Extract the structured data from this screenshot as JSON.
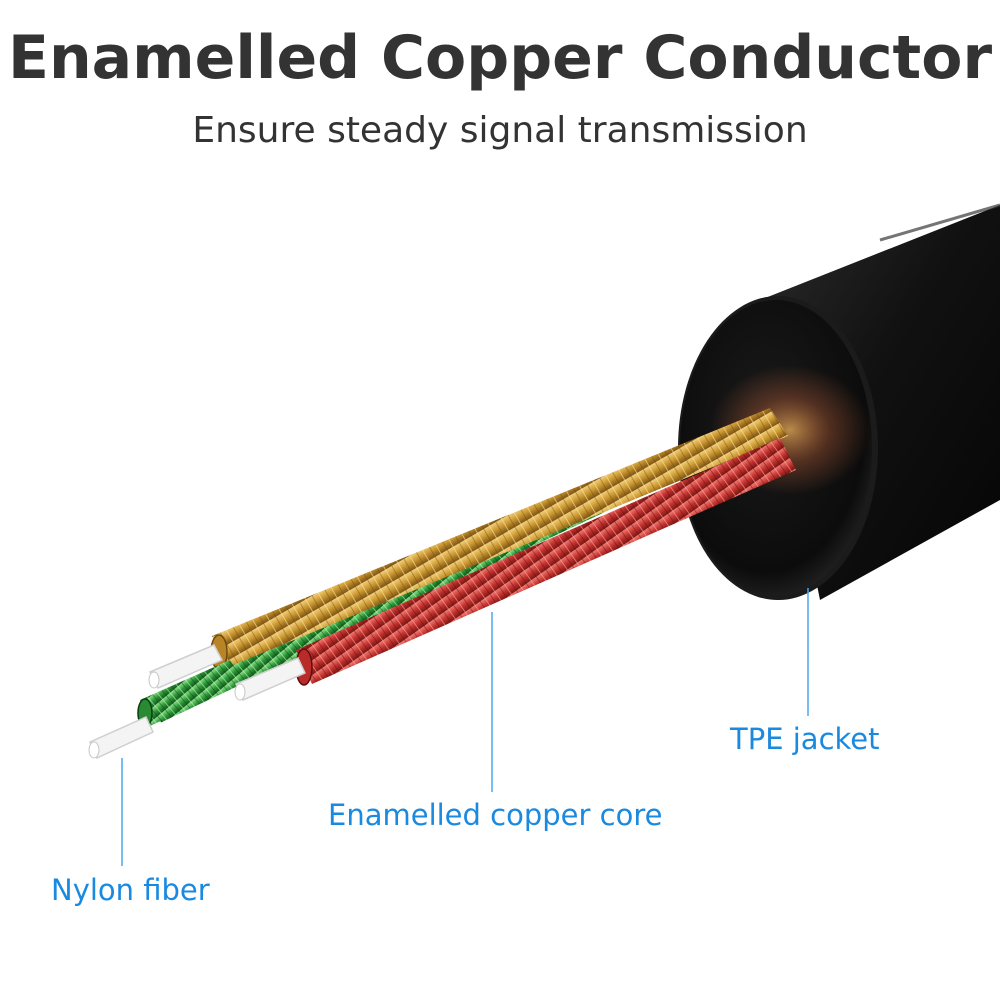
{
  "header": {
    "title": "Enamelled Copper Conductor",
    "subtitle": "Ensure steady signal transmission"
  },
  "callouts": {
    "tpe_jacket": "TPE jacket",
    "copper_core": "Enamelled copper core",
    "nylon_fiber": "Nylon fiber"
  },
  "colors": {
    "title_text": "#333333",
    "callout_text": "#1a8ae0",
    "callout_line": "#4aa8ec",
    "jacket": "#141414",
    "gold_wire": "#c9962f",
    "red_wire": "#c4322f",
    "green_wire": "#2e9a3a",
    "nylon": "#f2f2f2"
  }
}
